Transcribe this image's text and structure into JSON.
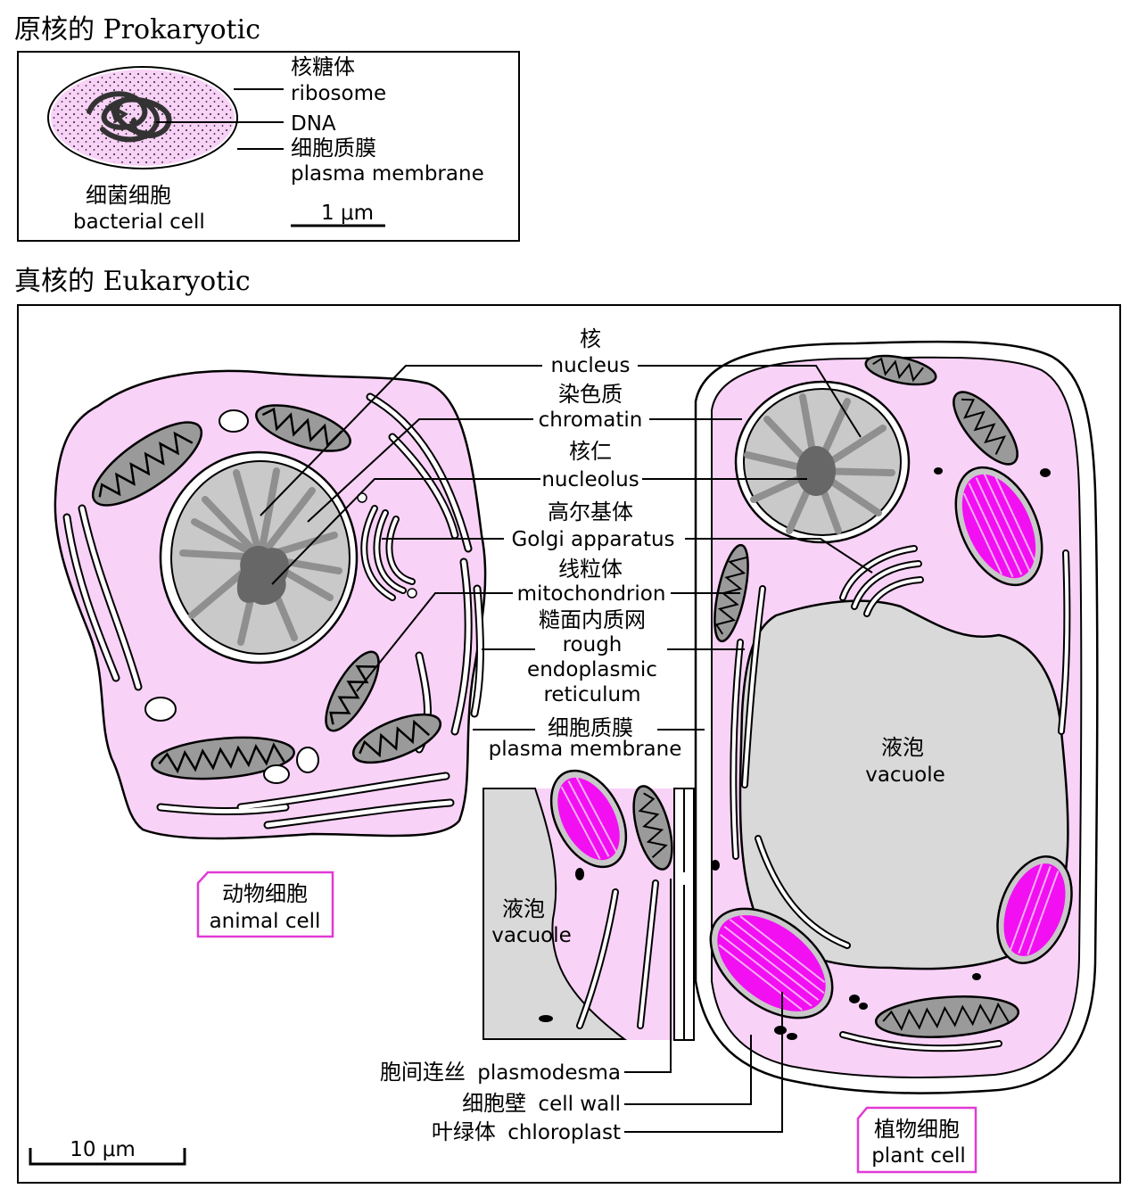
{
  "colors": {
    "cytoplasm": "#f9d2f7",
    "nucleus": "#c9c9c9",
    "chromatin": "#8f8f8f",
    "nucleolus": "#676767",
    "mitochondrion": "#9a9a9a",
    "vacuole": "#d9d9d9",
    "chloroplast": "#f20ff2",
    "outline": "#000000",
    "label_box": "#e13ad6"
  },
  "prokaryotic": {
    "heading": "原核的 Prokaryotic",
    "labels": {
      "ribosome_zh": "核糖体",
      "ribosome_en": "ribosome",
      "dna": "DNA",
      "membrane_zh": "细胞质膜",
      "membrane_en": "plasma membrane",
      "cell_zh": "细菌细胞",
      "cell_en": "bacterial cell",
      "scale": "1 μm"
    }
  },
  "eukaryotic": {
    "heading": "真核的 Eukaryotic",
    "labels": {
      "nucleus_zh": "核",
      "nucleus_en": "nucleus",
      "chromatin_zh": "染色质",
      "chromatin_en": "chromatin",
      "nucleolus_zh": "核仁",
      "nucleolus_en": "nucleolus",
      "golgi_zh": "高尔基体",
      "golgi_en": "Golgi apparatus",
      "mito_zh": "线粒体",
      "mito_en": "mitochondrion",
      "er_zh": "糙面内质网",
      "er_en_1": "rough",
      "er_en_2": "endoplasmic",
      "er_en_3": "reticulum",
      "membrane_zh": "细胞质膜",
      "membrane_en": "plasma membrane",
      "vacuole_zh": "液泡",
      "vacuole_en": "vacuole",
      "vacuole2_zh": "液泡",
      "vacuole2_en": "vacuole",
      "animal_zh": "动物细胞",
      "animal_en": "animal cell",
      "plant_zh": "植物细胞",
      "plant_en": "plant cell",
      "plasmodesma_zh": "胞间连丝",
      "plasmodesma_en": "plasmodesma",
      "cellwall_zh": "细胞壁",
      "cellwall_en": "cell wall",
      "chloroplast_zh": "叶绿体",
      "chloroplast_en": "chloroplast",
      "scale": "10 μm"
    }
  }
}
